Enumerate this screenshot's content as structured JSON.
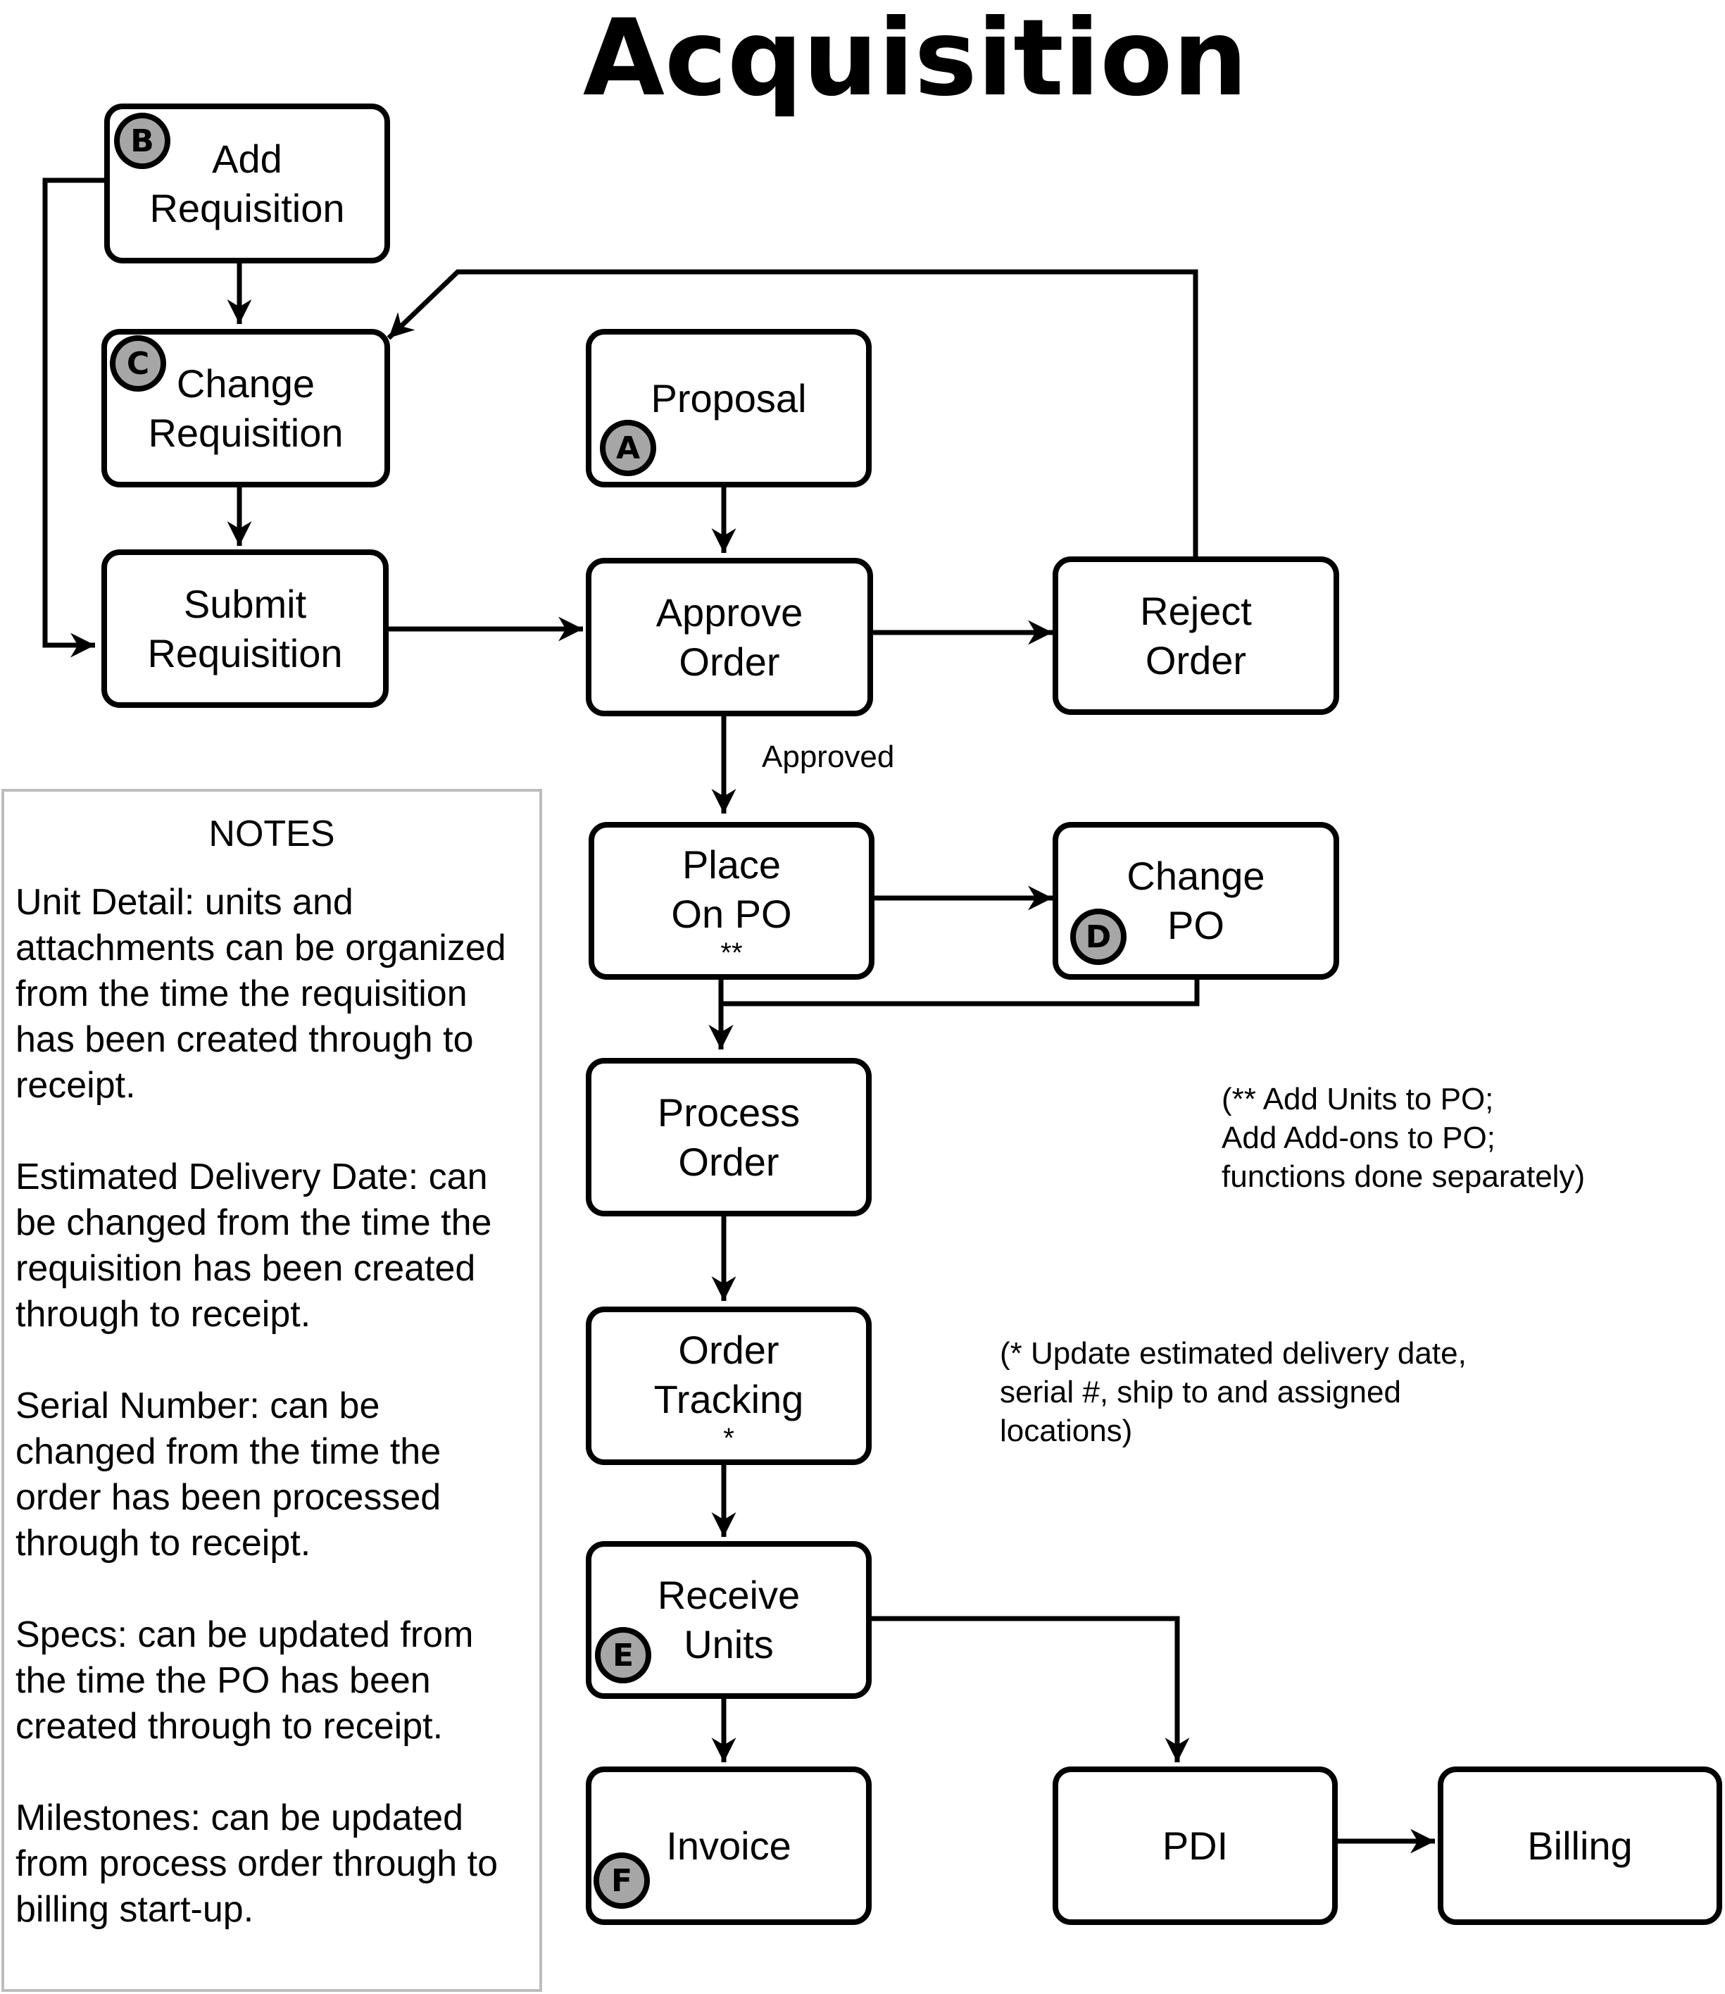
{
  "title": "Acquisition",
  "nodes": {
    "add_requisition": [
      "Add",
      "Requisition"
    ],
    "change_requisition": [
      "Change",
      "Requisition"
    ],
    "submit_requisition": [
      "Submit",
      "Requisition"
    ],
    "proposal": [
      "Proposal"
    ],
    "approve_order": [
      "Approve",
      "Order"
    ],
    "reject_order": [
      "Reject",
      "Order"
    ],
    "place_on_po": [
      "Place",
      "On PO"
    ],
    "place_on_po_mark": "**",
    "change_po": [
      "Change",
      "PO"
    ],
    "process_order": [
      "Process",
      "Order"
    ],
    "order_tracking": [
      "Order",
      "Tracking"
    ],
    "order_tracking_mark": "*",
    "receive_units": [
      "Receive",
      "Units"
    ],
    "invoice": [
      "Invoice"
    ],
    "pdi": [
      "PDI"
    ],
    "billing": [
      "Billing"
    ]
  },
  "badges": {
    "a": "A",
    "b": "B",
    "c": "C",
    "d": "D",
    "e": "E",
    "f": "F"
  },
  "edge_labels": {
    "approved": "Approved"
  },
  "annotations": {
    "po_note": [
      "(** Add Units to PO;",
      "Add Add-ons to PO;",
      "functions done separately)"
    ],
    "tracking_note": [
      "(* Update estimated delivery date,",
      "serial #, ship to and assigned",
      "locations)"
    ]
  },
  "notes": {
    "title": "NOTES",
    "paragraphs": [
      [
        "Unit Detail: units and",
        "attachments can be organized",
        "from the time the requisition",
        "has been created through to",
        "receipt."
      ],
      [
        "Estimated Delivery Date: can",
        "be changed from the time the",
        "requisition has been created",
        "through to receipt."
      ],
      [
        "Serial Number: can be",
        "changed from the time the",
        "order has been processed",
        "through to receipt."
      ],
      [
        "Specs: can be updated from",
        "the time the PO has been",
        "created through to receipt."
      ],
      [
        "Milestones: can be updated",
        "from process order through to",
        "billing start-up."
      ]
    ]
  }
}
